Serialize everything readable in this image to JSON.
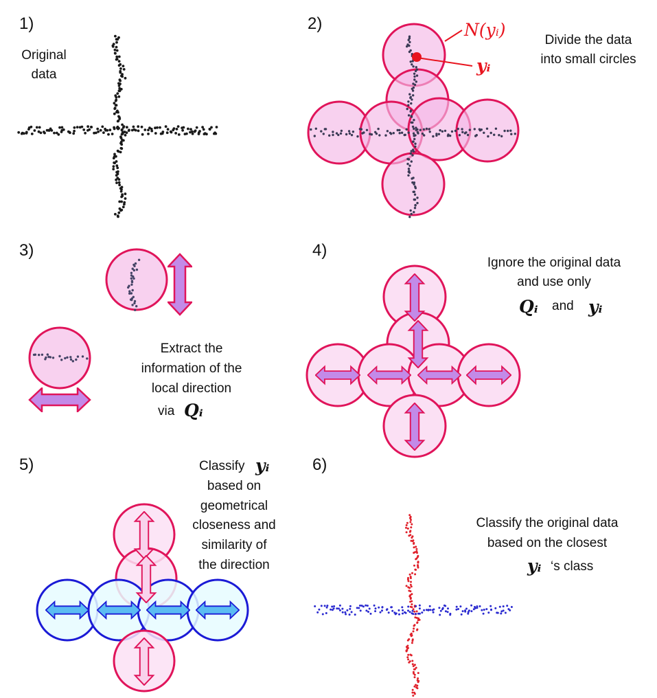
{
  "panels": [
    {
      "number": "1)",
      "lines": [
        "Original",
        "data"
      ]
    },
    {
      "number": "2)",
      "lines": [
        "Divide the data",
        "into small circles"
      ],
      "neighborhood_label": "N(yᵢ)",
      "point_label": "yᵢ"
    },
    {
      "number": "3)",
      "lines": [
        "Extract the",
        "information of the",
        "local direction",
        "via"
      ],
      "symbol": "Qᵢ"
    },
    {
      "number": "4)",
      "lines": [
        "Ignore the original data",
        "and use only"
      ],
      "symbols": [
        "Qᵢ",
        "and",
        "yᵢ"
      ]
    },
    {
      "number": "5)",
      "lines": [
        "Classify",
        "based on",
        "geometrical",
        "closeness and",
        "similarity of",
        "the direction"
      ],
      "symbol": "yᵢ"
    },
    {
      "number": "6)",
      "lines": [
        "Classify the original data",
        "based on the closest",
        "‘s class"
      ],
      "symbol": "yᵢ"
    }
  ],
  "colors": {
    "pink_stroke": "#e0145a",
    "pink_fill": "#f5b8e6",
    "pink_fill_light": "#fbe0f4",
    "violet_arrow": "#c38ae8",
    "blue_stroke": "#1a1ad6",
    "blue_fill": "#e6fbff",
    "cyan_arrow": "#5bbcf2",
    "red_point": "#e8141e",
    "scatter_black": "#1a1a1a",
    "scatter_red": "#e0202a",
    "scatter_blue": "#2a2ad0"
  },
  "icons": [
    "double-arrow-vertical-icon",
    "double-arrow-horizontal-icon"
  ]
}
